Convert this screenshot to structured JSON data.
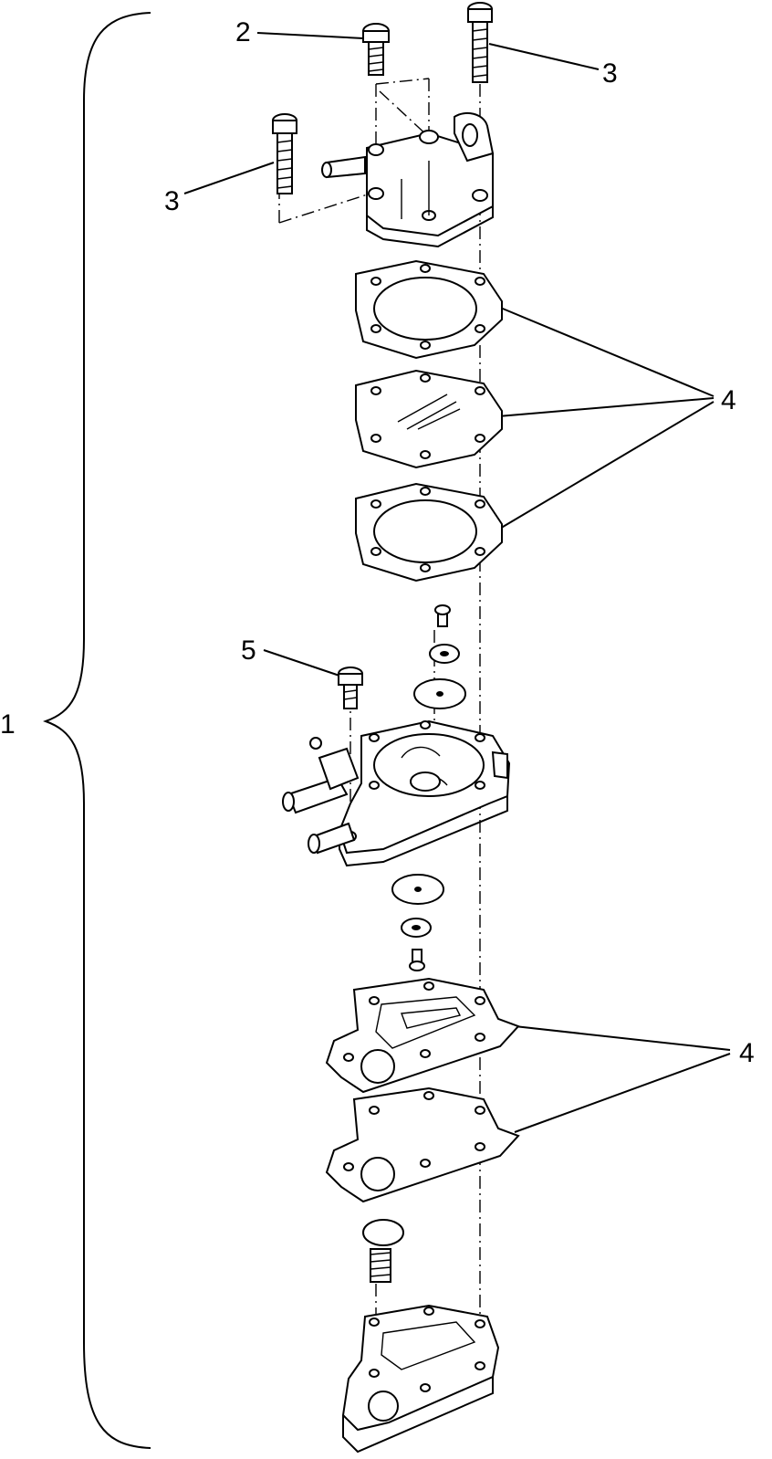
{
  "callouts": {
    "c1": "1",
    "c2": "2",
    "c3_top": "3",
    "c3_left": "3",
    "c4_upper": "4",
    "c4_lower": "4",
    "c5": "5"
  }
}
